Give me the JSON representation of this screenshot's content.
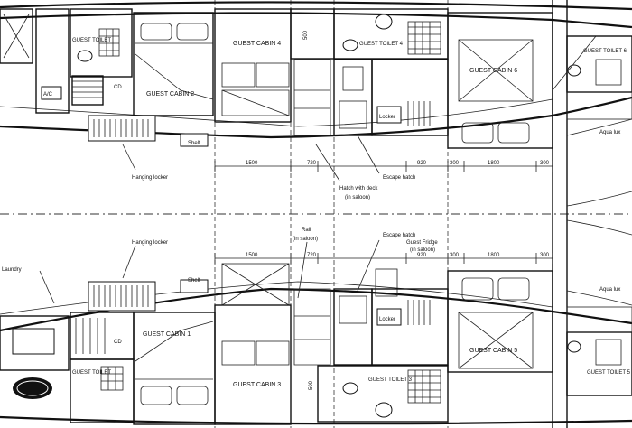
{
  "labels": {
    "guest_cabin_4": "GUEST CABIN 4",
    "guest_cabin_2": "GUEST CABIN 2",
    "guest_cabin_1": "GUEST CABIN 1",
    "guest_cabin_3": "GUEST CABIN 3",
    "guest_cabin_6": "GUEST CABIN 6",
    "guest_cabin_5": "GUEST CABIN 5",
    "guest_toilet_4": "GUEST TOILET 4",
    "guest_toilet_3": "GUEST TOILET 3",
    "guest_toilet_6": "GUEST TOILET 6",
    "guest_toilet_5": "GUEST TOILET 5",
    "guest_toilet_top_left": "GUEST TOILET",
    "guest_toilet_bottom_left": "GUEST TOILET",
    "ac": "A/C",
    "hanging_locker_top": "Hanging locker",
    "hanging_locker_bottom": "Hanging locker",
    "shelf_top": "Shelf",
    "shelf_bottom": "Shelf",
    "locker_top": "Locker",
    "locker_bottom": "Locker",
    "escape_hatch_top": "Escape hatch",
    "escape_hatch_bottom": "Escape hatch",
    "hatch_with_deck": "Hatch with deck",
    "in_saloon_top": "(in saloon)",
    "rail": "Rail",
    "in_saloon_rail": "(in saloon)",
    "guest_fridge": "Guest Fridge",
    "in_saloon_fridge": "(in saloon)",
    "aqua_top": "Aqua lux",
    "aqua_bottom": "Aqua lux",
    "laundry": "Laundry",
    "dim_1500_top": "1500",
    "dim_720_top": "720",
    "dim_920_top": "920",
    "dim_300_top": "300",
    "dim_1800_top": "1800",
    "dim_300b_top": "300",
    "dim_1500_bottom": "1500",
    "dim_720_bottom": "720",
    "dim_920_bottom": "920",
    "dim_300_bottom": "300",
    "dim_1800_bottom": "1800",
    "dim_300b_bottom": "300",
    "dim_500_top": "500",
    "dim_500_bottom": "500",
    "cd_top": "CD",
    "cd_bottom": "CD"
  }
}
